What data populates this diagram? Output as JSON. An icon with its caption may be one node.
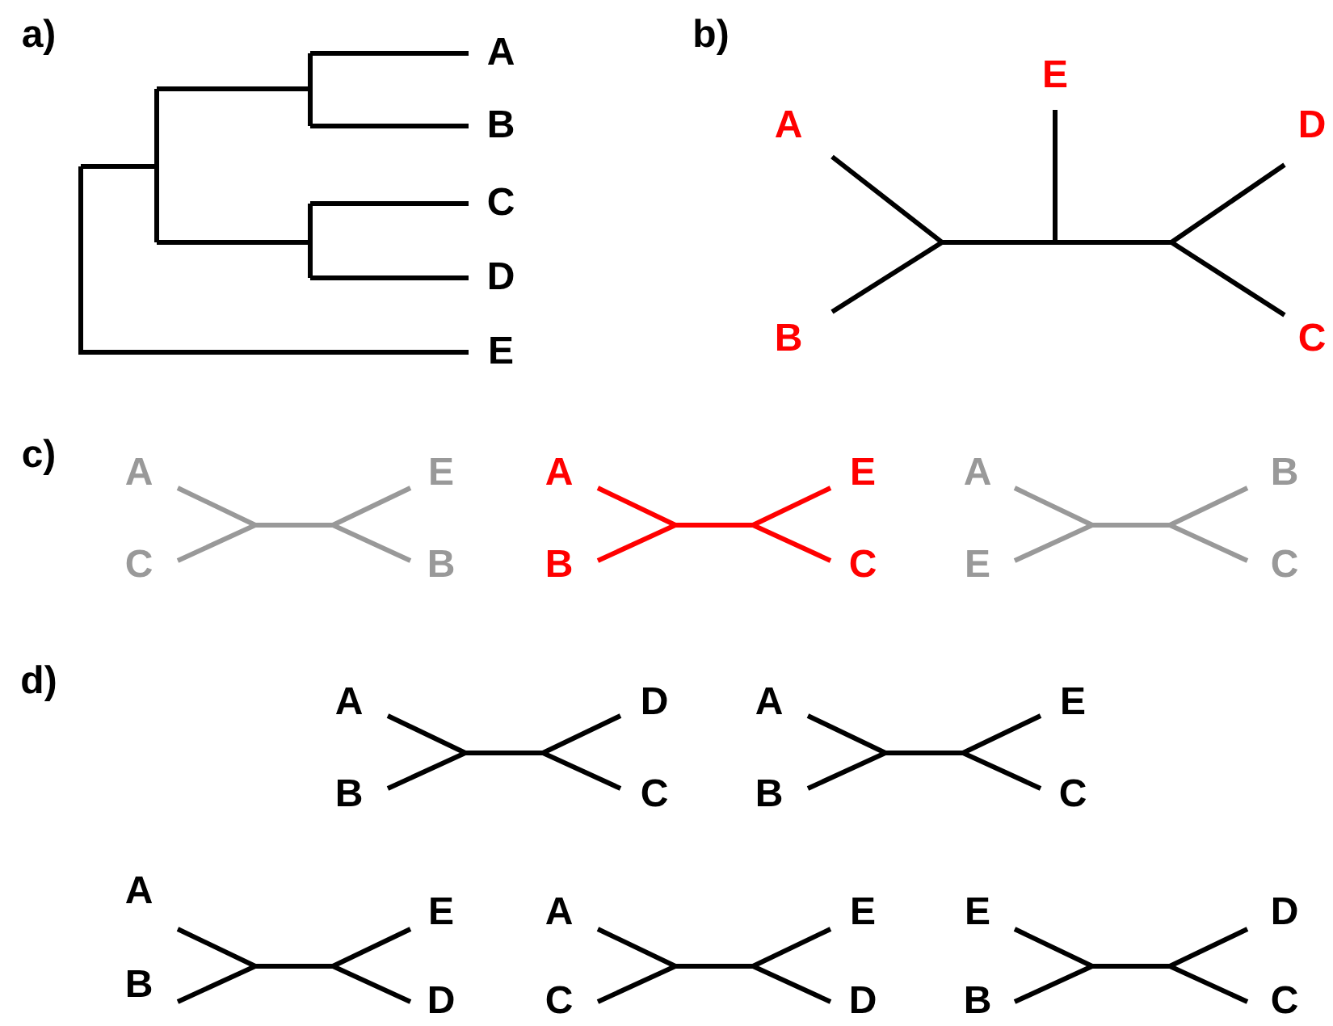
{
  "diagram": {
    "labels": [
      "a)",
      "A",
      "B",
      "C",
      "D",
      "E",
      "b)",
      "A",
      "E",
      "D",
      "B",
      "C",
      "c)",
      "A",
      "C",
      "E",
      "B",
      "A",
      "B",
      "E",
      "C",
      "A",
      "E",
      "B",
      "C",
      "d)",
      "A",
      "B",
      "D",
      "C",
      "A",
      "B",
      "E",
      "C",
      "A",
      "B",
      "E",
      "D",
      "A",
      "C",
      "E",
      "D",
      "E",
      "B",
      "D",
      "C"
    ]
  }
}
